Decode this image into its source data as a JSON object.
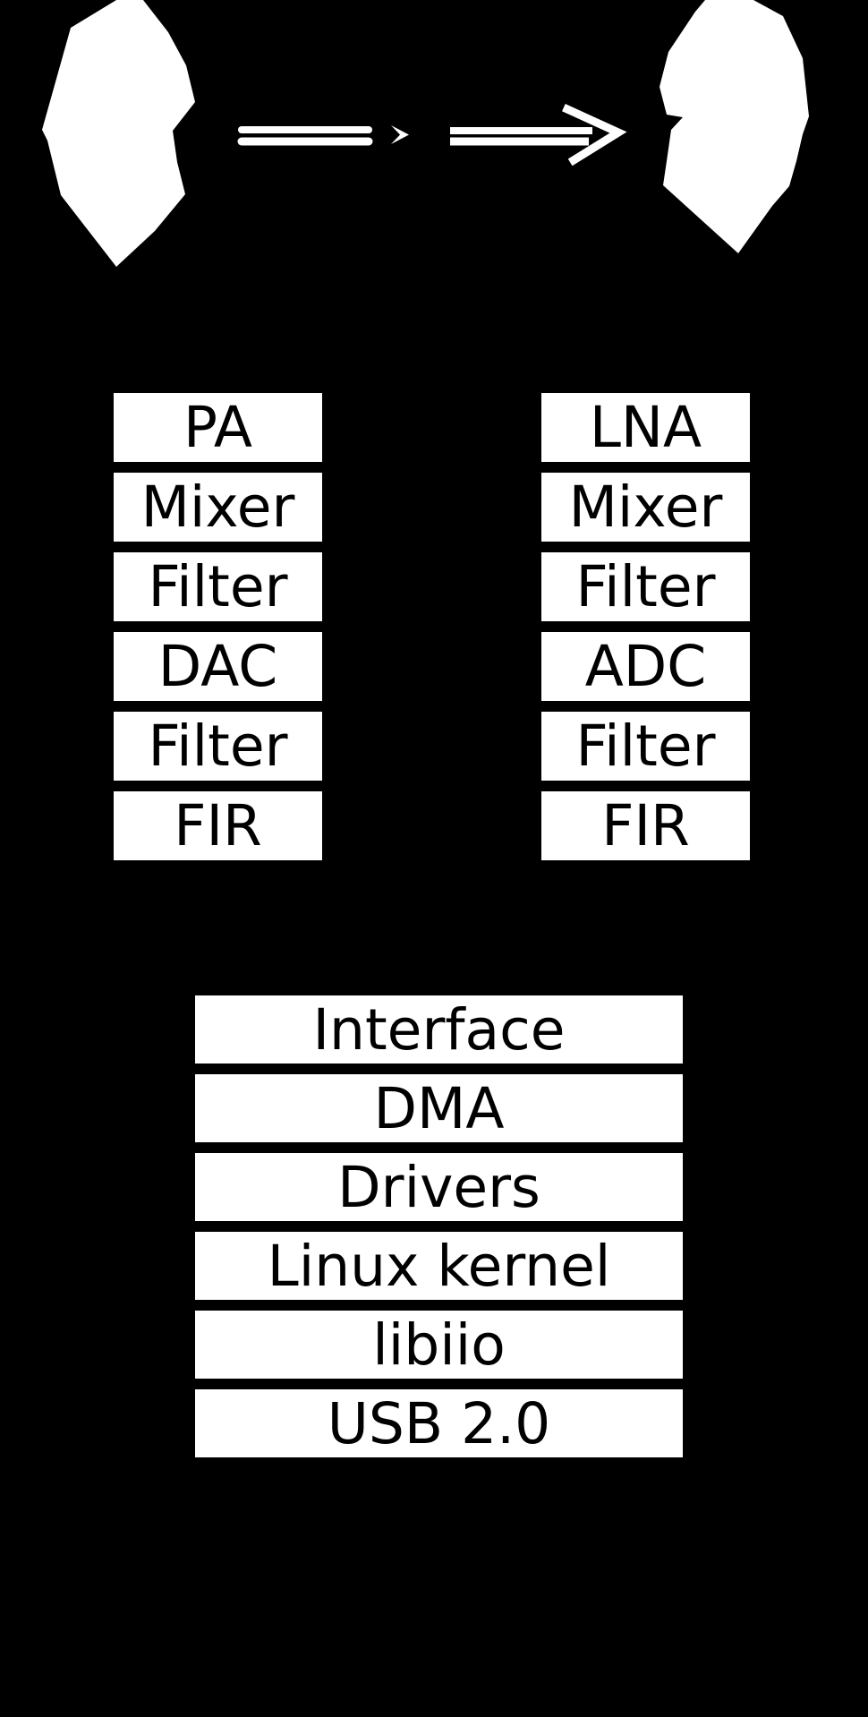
{
  "diagram": {
    "title_hint": "SDR transceiver block diagram on black background",
    "colors": {
      "background": "#000000",
      "box_fill": "#ffffff",
      "box_text": "#000000",
      "shape_fill": "#ffffff"
    },
    "tx_chain": {
      "items": [
        "PA",
        "Mixer",
        "Filter",
        "DAC",
        "Filter",
        "FIR"
      ]
    },
    "rx_chain": {
      "items": [
        "LNA",
        "Mixer",
        "Filter",
        "ADC",
        "Filter",
        "FIR"
      ]
    },
    "software_stack": {
      "items": [
        "Interface",
        "DMA",
        "Drivers",
        "Linux kernel",
        "libiio",
        "USB 2.0"
      ]
    },
    "icons": {
      "top_left": "tx-antenna-blob",
      "top_right": "rx-antenna-blob",
      "center": "signal-flow-arrow-right"
    }
  }
}
